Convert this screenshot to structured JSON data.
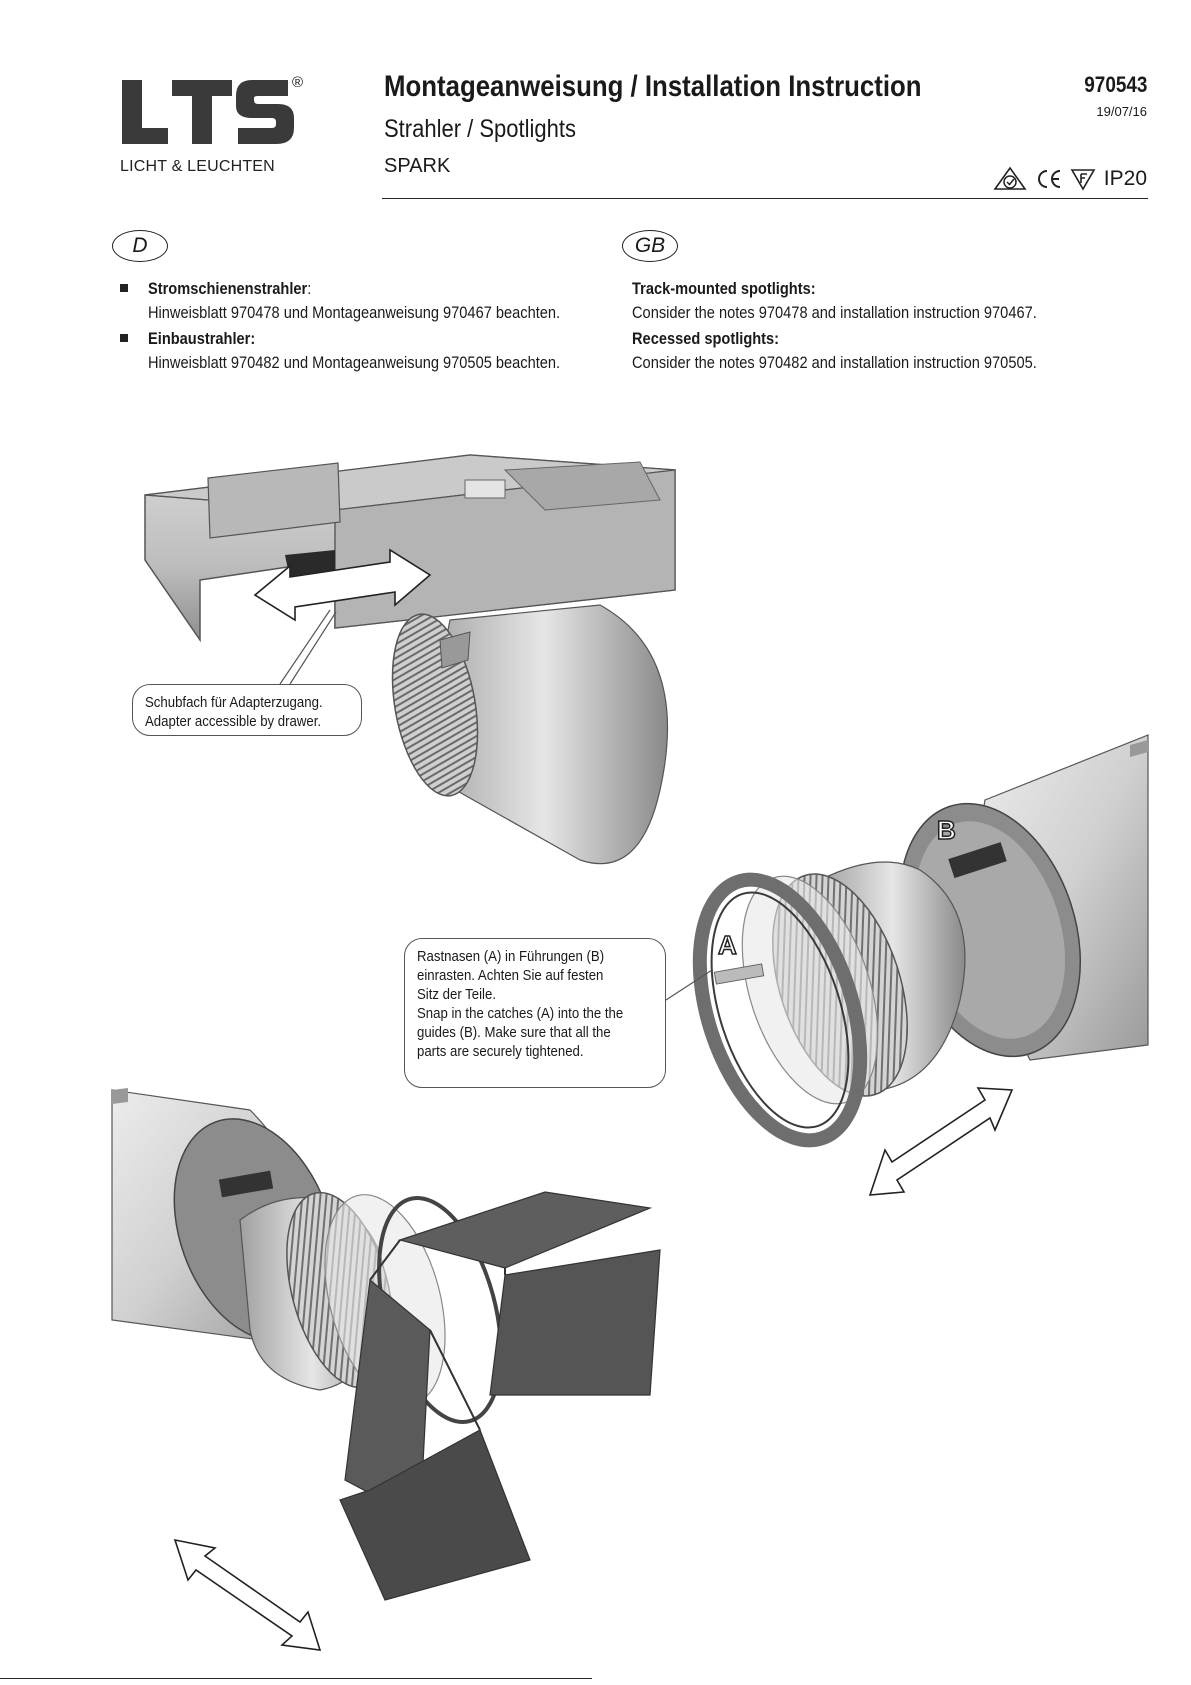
{
  "brand": {
    "logo_text": "LTS",
    "registered_mark": "®",
    "subtitle": "LICHT & LEUCHTEN"
  },
  "header": {
    "title": "Montageanweisung / Installation Instruction",
    "subtitle": "Strahler / Spotlights",
    "product": "SPARK",
    "doc_number": "970543",
    "date": "19/07/16",
    "certifications": [
      "RCM-icon",
      "CE-mark-icon",
      "F-mark-icon"
    ],
    "ip_rating": "IP20"
  },
  "sections": {
    "de": {
      "label": "D",
      "items": [
        {
          "heading": "Stromschienenstrahler",
          "heading_suffix": ":",
          "text": "Hinweisblatt 970478 und Montageanweisung 970467 beachten."
        },
        {
          "heading": "Einbaustrahler:",
          "heading_suffix": "",
          "text": "Hinweisblatt 970482 und Montageanweisung 970505 beachten."
        }
      ]
    },
    "gb": {
      "label": "GB",
      "items": [
        {
          "heading": "Track-mounted spotlights:",
          "text": "Consider the notes 970478 and installation instruction 970467."
        },
        {
          "heading": "Recessed spotlights:",
          "text": "Consider the notes 970482 and installation instruction 970505."
        }
      ]
    }
  },
  "callouts": {
    "drawer": {
      "lines": [
        "Schubfach für Adapterzugang.",
        "Adapter accessible by drawer."
      ]
    },
    "snap": {
      "lines": [
        "Rastnasen (A) in Führungen (B)",
        "einrasten. Achten Sie auf festen",
        "Sitz der Teile.",
        "Snap in the catches (A) into the the",
        "guides (B). Make sure that all the",
        "parts are securely tightened."
      ]
    }
  },
  "labels": {
    "a": "A",
    "b": "B"
  }
}
